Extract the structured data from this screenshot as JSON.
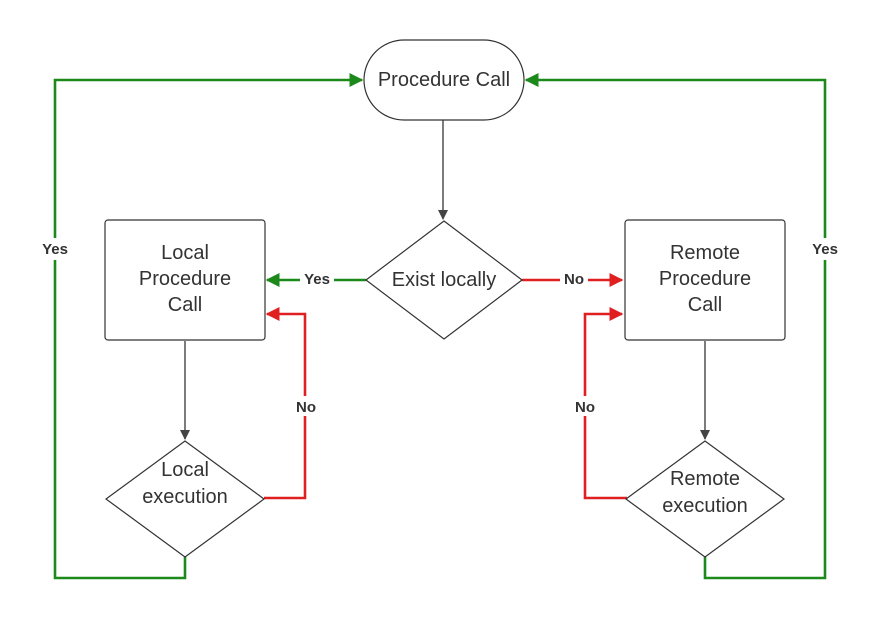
{
  "nodes": {
    "procedure_call": "Procedure Call",
    "exist_locally": "Exist locally",
    "local_procedure_call": [
      "Local",
      "Procedure",
      "Call"
    ],
    "remote_procedure_call": [
      "Remote",
      "Procedure",
      "Call"
    ],
    "local_execution": [
      "Local",
      "execution"
    ],
    "remote_execution": [
      "Remote",
      "execution"
    ]
  },
  "edge_labels": {
    "exist_yes": "Yes",
    "exist_no": "No",
    "local_exec_no": "No",
    "remote_exec_no": "No",
    "local_exec_yes": "Yes",
    "remote_exec_yes": "Yes"
  },
  "colors": {
    "yes_edge": "#1b8a1b",
    "no_edge": "#e02020",
    "flow_edge": "#444444",
    "shape_stroke": "#333333"
  }
}
